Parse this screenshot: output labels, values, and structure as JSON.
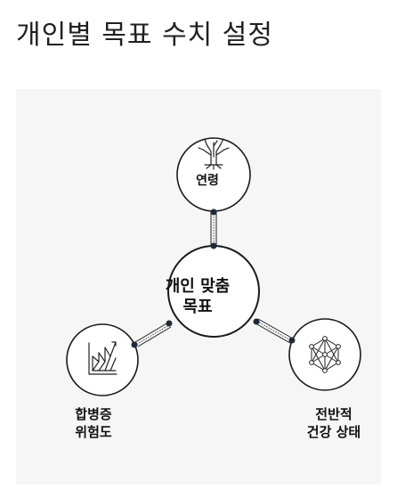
{
  "title": "개인별 목표 수치 설정",
  "diagram": {
    "center": {
      "line1": "개인 맞춤",
      "line2": "목표",
      "icon": "none"
    },
    "nodes": [
      {
        "id": "age",
        "line1": "연령",
        "line2": "",
        "icon": "bare-tree-icon"
      },
      {
        "id": "complication",
        "line1": "합병증",
        "line2": "위험도",
        "icon": "rising-chart-icon"
      },
      {
        "id": "health",
        "line1": "전반적",
        "line2": "건강 상태",
        "icon": "network-node-icon"
      }
    ]
  },
  "colors": {
    "background": "#ffffff",
    "panel": "#f6f6f6",
    "ink": "#1a1a1a"
  }
}
